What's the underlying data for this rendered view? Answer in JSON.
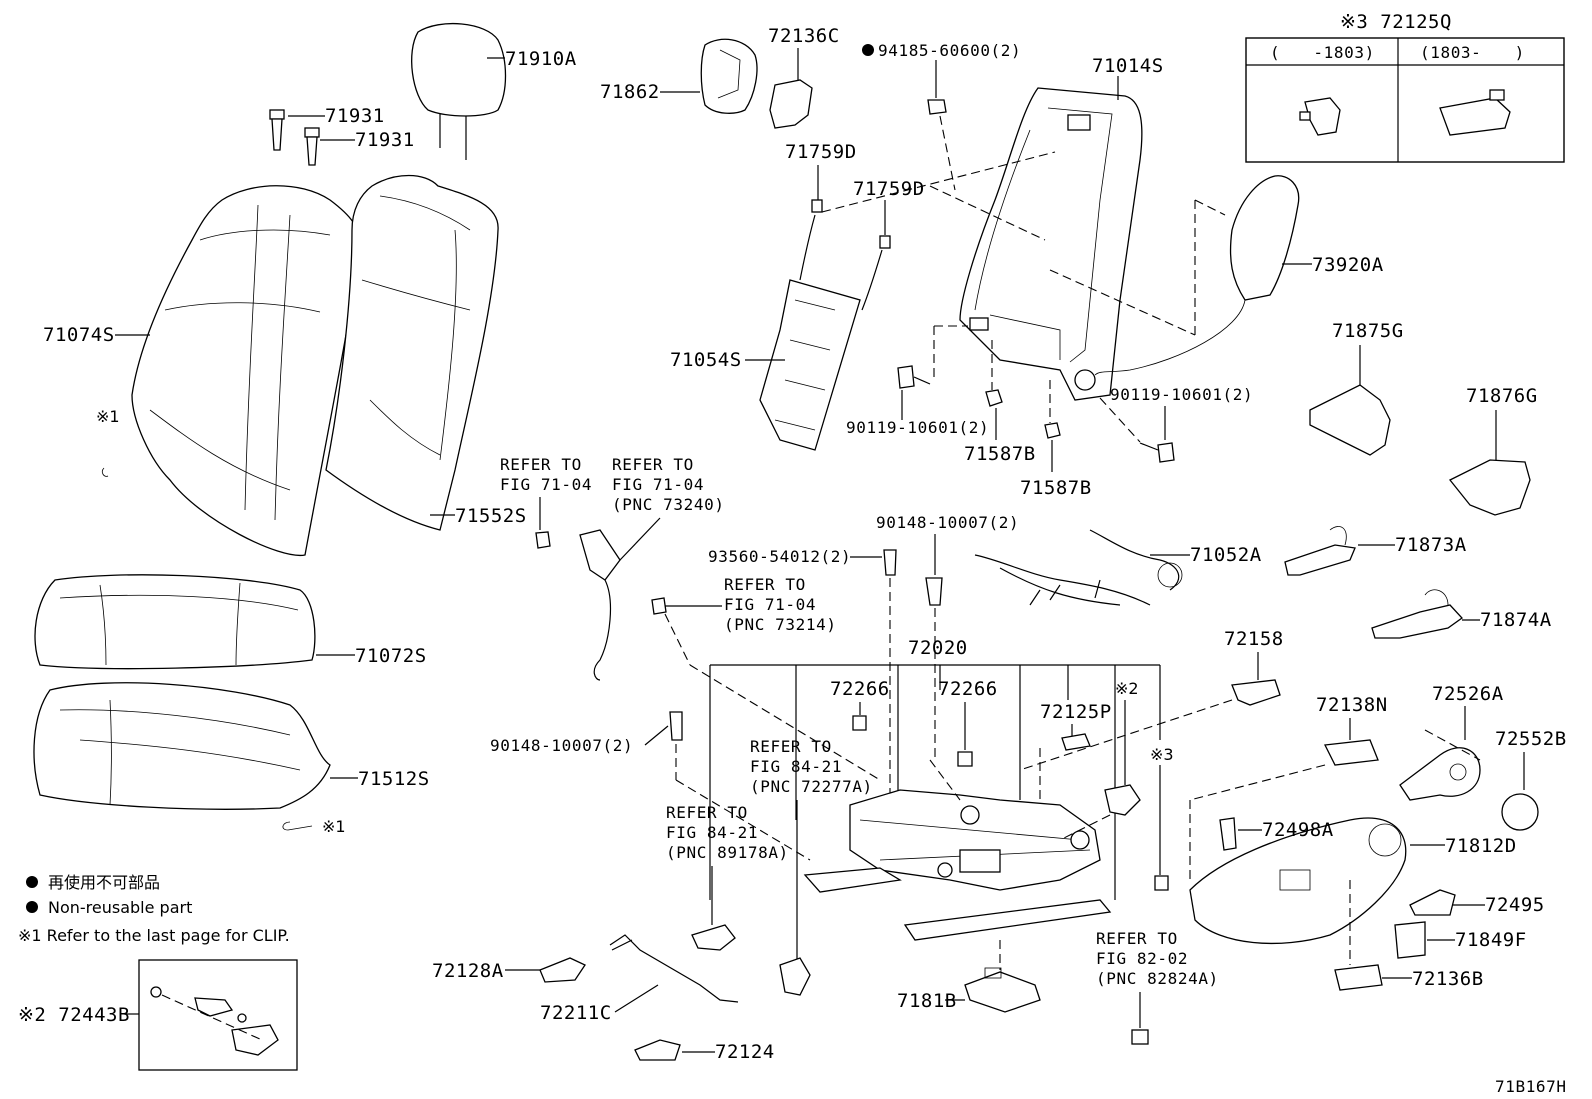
{
  "diagram_code": "71B167H",
  "legend": {
    "reuse_jp": "再使用不可部品",
    "reuse_en": "Non-reusable part",
    "note1": "※1 Refer to the last page for CLIP."
  },
  "inset_72125Q": {
    "title": "※3 72125Q",
    "col_left": "(　　-1803)",
    "col_right": "(1803-　　)"
  },
  "inset_72443B": {
    "label": "※2 72443B"
  },
  "labels": {
    "p71910A": "71910A",
    "p71931a": "71931",
    "p71931b": "71931",
    "p71074S": "71074S",
    "mark1a": "※1",
    "p71552S": "71552S",
    "p71072S": "71072S",
    "p71512S": "71512S",
    "mark1b": "※1",
    "p72136C": "72136C",
    "p71862": "71862",
    "p94185": "94185-60600(2)",
    "p71014S": "71014S",
    "p71759Da": "71759D",
    "p71759Db": "71759D",
    "p71054S": "71054S",
    "p73920A": "73920A",
    "p90119a": "90119-10601(2)",
    "p90119b": "90119-10601(2)",
    "p71587Ba": "71587B",
    "p71587Bb": "71587B",
    "p71875G": "71875G",
    "p71876G": "71876G",
    "p90148a": "90148-10007(2)",
    "p93560": "93560-54012(2)",
    "p71052A": "71052A",
    "p71873A": "71873A",
    "p71874A": "71874A",
    "p72020": "72020",
    "p72158": "72158",
    "p72266a": "72266",
    "p72266b": "72266",
    "p72125P": "72125P",
    "mark2": "※2",
    "mark3": "※3",
    "p72138N": "72138N",
    "p72526A": "72526A",
    "p72552B": "72552B",
    "p90148b": "90148-10007(2)",
    "p72498A": "72498A",
    "p71812D": "71812D",
    "p72495": "72495",
    "p71849F": "71849F",
    "p72128A": "72128A",
    "p72211C": "72211C",
    "p7181B": "7181B",
    "p72136B": "72136B",
    "p72124": "72124"
  },
  "refs": {
    "r1": [
      "REFER TO",
      "FIG 71-04"
    ],
    "r2": [
      "REFER TO",
      "FIG 71-04",
      "(PNC 73240)"
    ],
    "r3": [
      "REFER TO",
      "FIG 71-04",
      "(PNC 73214)"
    ],
    "r4": [
      "REFER TO",
      "FIG 84-21",
      "(PNC 72277A)"
    ],
    "r5": [
      "REFER TO",
      "FIG 84-21",
      "(PNC 89178A)"
    ],
    "r6": [
      "REFER TO",
      "FIG 82-02",
      "(PNC 82824A)"
    ]
  }
}
